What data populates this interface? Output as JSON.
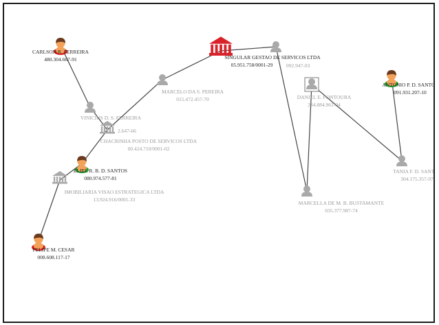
{
  "nodes": [
    {
      "id": "n1",
      "kind": "person",
      "status": "red",
      "line1": "CARLSON R. FERREIRA",
      "line2": "480.304.667-91"
    },
    {
      "id": "n2",
      "kind": "person-grey",
      "line1": "VINICIUS D. S. FERREIRA",
      "line2": ""
    },
    {
      "id": "n3",
      "kind": "company",
      "line1": "CHACRINHA POSTO DE SERVICOS LTDA",
      "line2": "00.424.710/0001-02",
      "extra": "2.647-66"
    },
    {
      "id": "n4",
      "kind": "person-grey",
      "line1": "MARCELO DA S. PEREIRA",
      "line2": "015.472.457-70"
    },
    {
      "id": "n5",
      "kind": "company-red",
      "line1": "SINGULAR GESTAO DE SERVICOS LTDA",
      "line2": "05.951.758/0001-29",
      "extra": "092.947-03"
    },
    {
      "id": "n6",
      "kind": "person-grey",
      "line1": "",
      "line2": ""
    },
    {
      "id": "n7",
      "kind": "person-selected",
      "line1": "DANIEL E. FONTOURA",
      "line2": "234.884.961-04"
    },
    {
      "id": "n8",
      "kind": "person",
      "status": "green",
      "line1": "ANTONIO P. D. SANTOS",
      "line2": "091.931.207-10"
    },
    {
      "id": "n9",
      "kind": "person-grey",
      "line1": "TANIA F. D. SANTOS",
      "line2": "304.175.357-97"
    },
    {
      "id": "n10",
      "kind": "person",
      "status": "green",
      "line1": "ELIEL R. B. D. SANTOS",
      "line2": "080.974.577-81"
    },
    {
      "id": "n11",
      "kind": "company",
      "line1": "IMOBILIARIA VISAO ESTRATEGICA LTDA",
      "line2": "13.924.916/0001-33"
    },
    {
      "id": "n12",
      "kind": "person-grey",
      "line1": "MARCELLA DE M. B. BUSTAMANTE",
      "line2": "035.377.987-74"
    },
    {
      "id": "n13",
      "kind": "person",
      "status": "red",
      "line1": "FELIPE M. CESAR",
      "line2": "008.608.117-17"
    }
  ],
  "edges": [
    {
      "from": "n1",
      "to": "n2"
    },
    {
      "from": "n2",
      "to": "n3"
    },
    {
      "from": "n3",
      "to": "n4"
    },
    {
      "from": "n4",
      "to": "n5"
    },
    {
      "from": "n5",
      "to": "n6"
    },
    {
      "from": "n6",
      "to": "n12"
    },
    {
      "from": "n7",
      "to": "n12"
    },
    {
      "from": "n7",
      "to": "n9"
    },
    {
      "from": "n8",
      "to": "n9"
    },
    {
      "from": "n3",
      "to": "n10"
    },
    {
      "from": "n10",
      "to": "n11"
    },
    {
      "from": "n11",
      "to": "n13"
    }
  ],
  "colors": {
    "edge": "#444444",
    "red_badge": "#d81e1e",
    "green_badge": "#1e9e2e",
    "skin": "#f3a25a",
    "hair": "#6b3a1e",
    "grey_icon": "#a9a9a9",
    "company_red": "#d8232a"
  }
}
